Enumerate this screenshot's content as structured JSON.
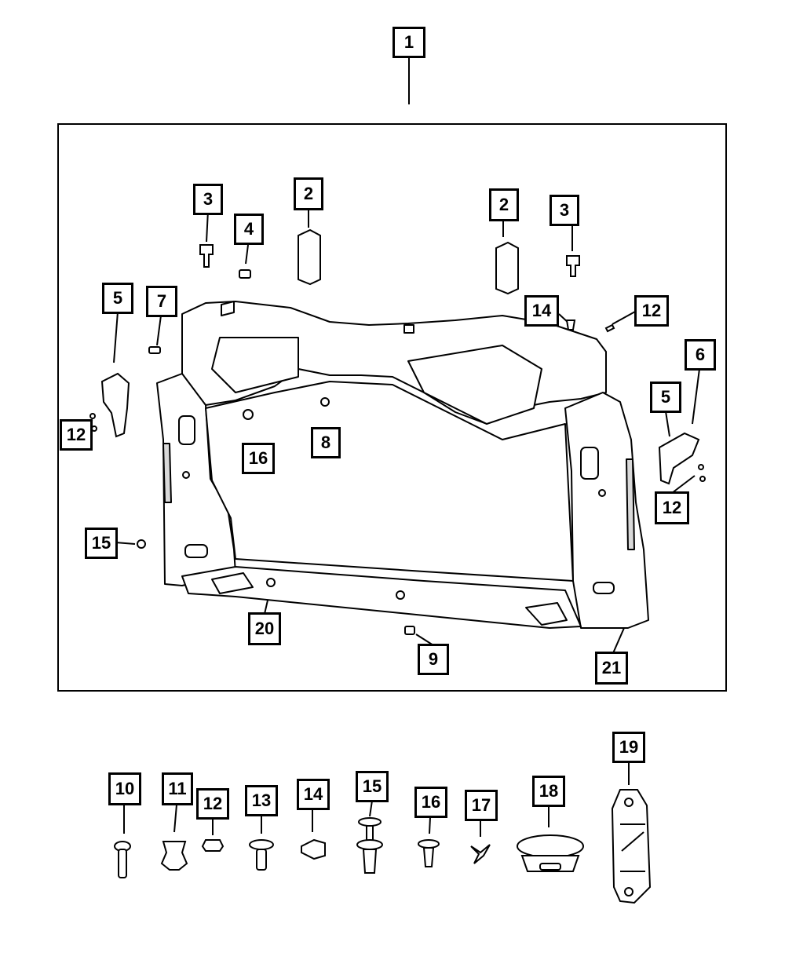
{
  "callouts": {
    "c1": "1",
    "c2a": "2",
    "c2b": "2",
    "c3a": "3",
    "c3b": "3",
    "c4": "4",
    "c5a": "5",
    "c5b": "5",
    "c6": "6",
    "c7": "7",
    "c8": "8",
    "c9": "9",
    "c12a": "12",
    "c12b": "12",
    "c12c": "12",
    "c14a": "14",
    "c15a": "15",
    "c16a": "16",
    "c20": "20",
    "c21": "21",
    "c10": "10",
    "c11": "11",
    "c12d": "12",
    "c13": "13",
    "c14b": "14",
    "c15b": "15",
    "c16b": "16",
    "c17": "17",
    "c18": "18",
    "c19": "19"
  },
  "colors": {
    "line": "#000000",
    "fill": "#ffffff",
    "shade": "#d9d9d9"
  }
}
